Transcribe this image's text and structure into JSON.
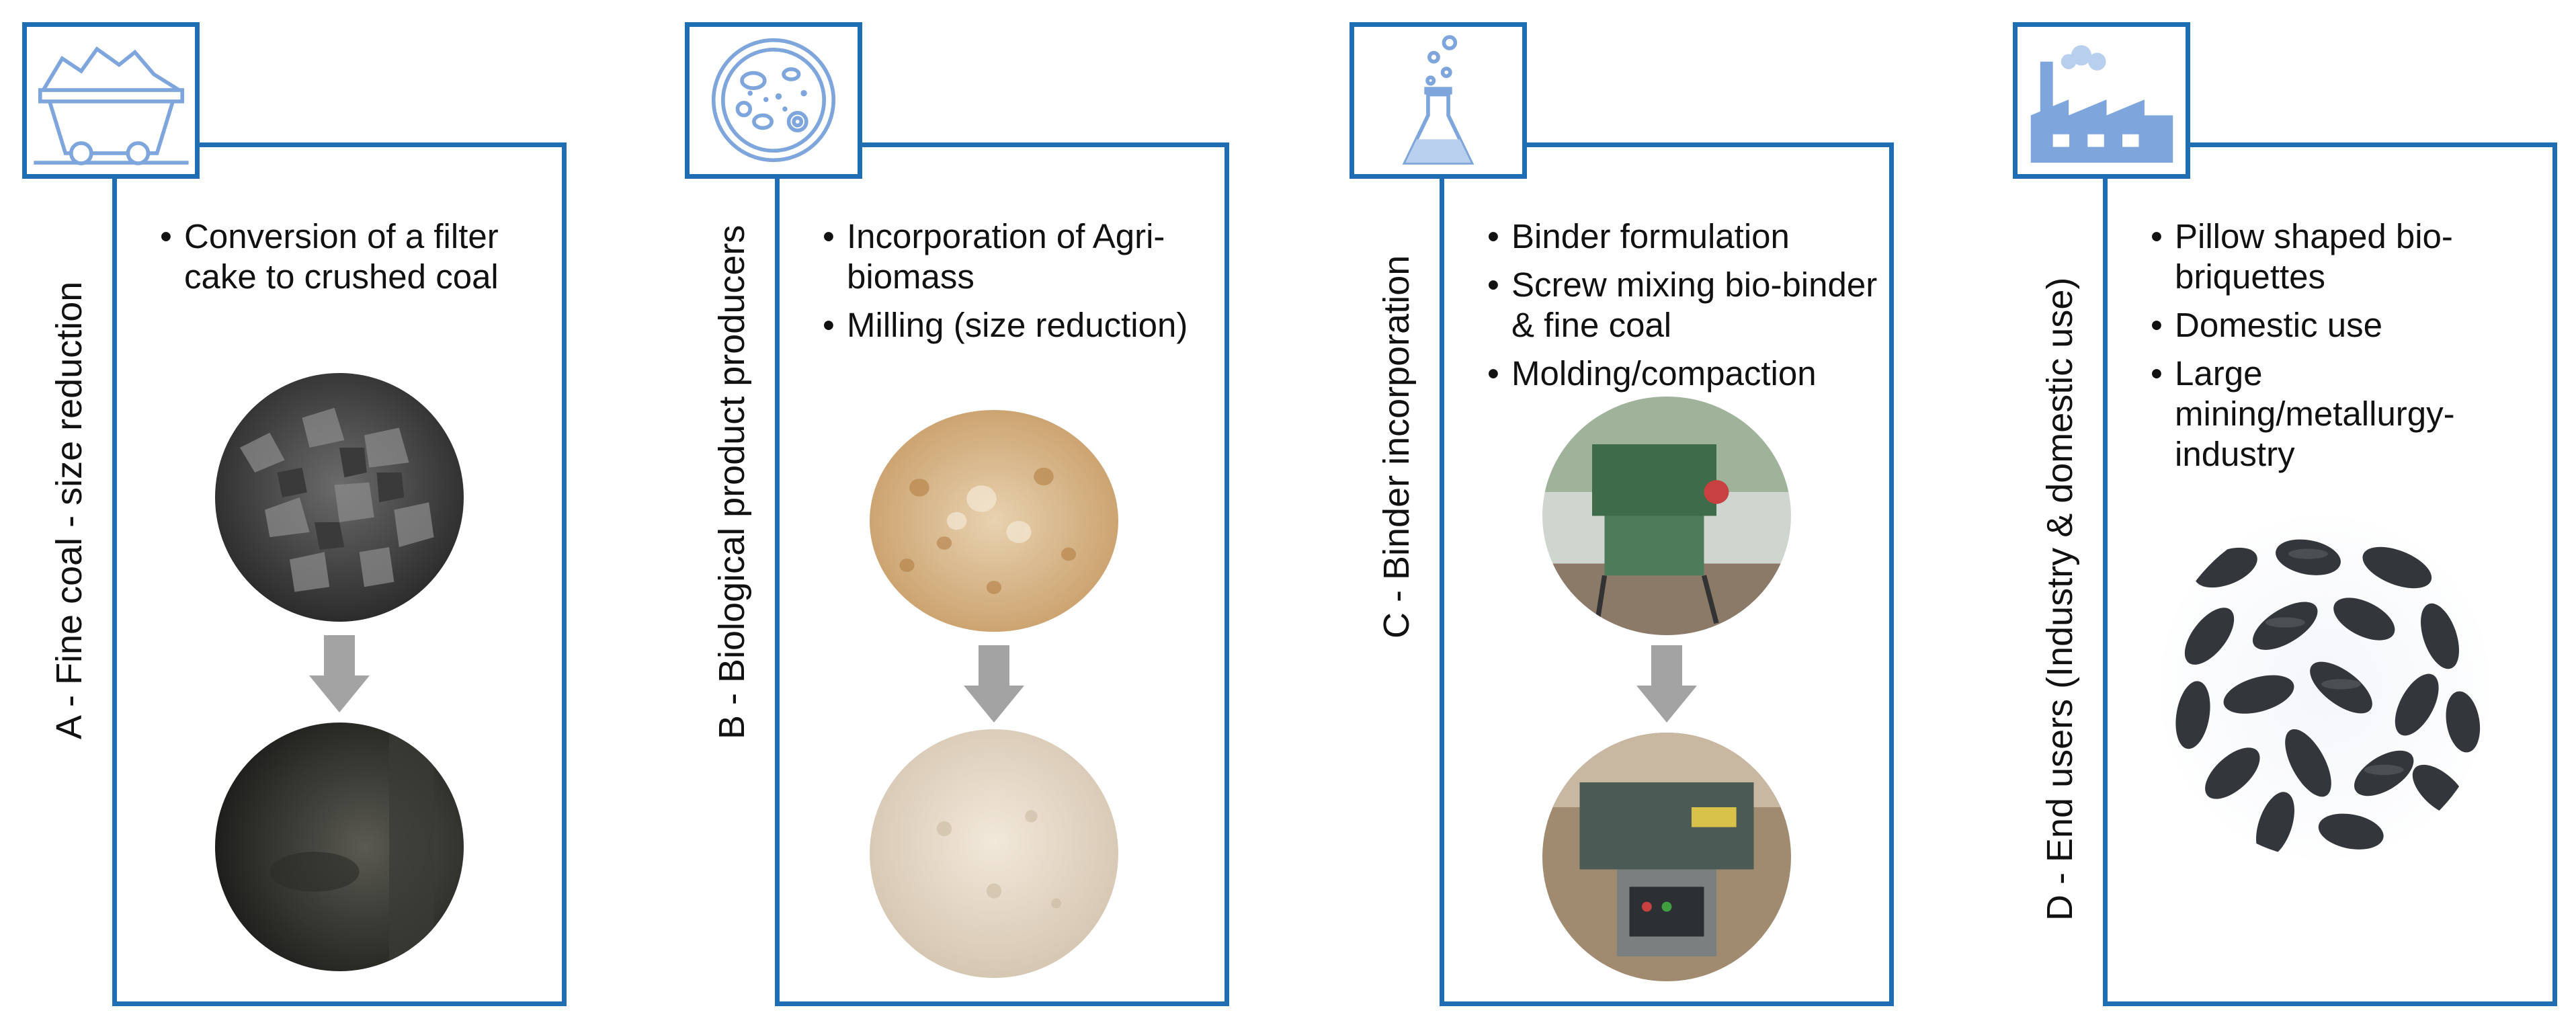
{
  "colors": {
    "frame": "#1f6db3",
    "icon": "#7ea6dc",
    "arrow": "#a3a3a3"
  },
  "panels": [
    {
      "label": "A - Fine coal - size reduction",
      "icon": "mine-cart-icon",
      "bullets": [
        "Conversion of a filter cake to crushed coal"
      ]
    },
    {
      "label": "B - Biological product producers",
      "icon": "petri-dish-icon",
      "bullets": [
        "Incorporation of Agri-biomass",
        "Milling (size reduction)"
      ]
    },
    {
      "label": "C - Binder incorporation",
      "icon": "flask-icon",
      "bullets": [
        "Binder formulation",
        "Screw mixing bio-binder & fine coal",
        "Molding/compaction"
      ]
    },
    {
      "label": "D - End users (Industry & domestic use)",
      "icon": "factory-icon",
      "bullets": [
        "Pillow shaped bio-briquettes",
        "Domestic use",
        "Large mining/metallurgy-industry"
      ]
    }
  ]
}
